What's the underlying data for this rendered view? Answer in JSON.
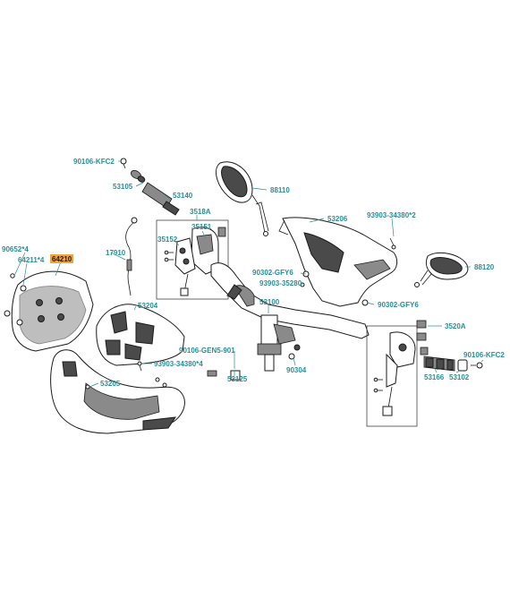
{
  "labels": {
    "l_90106_kfc2_top": "90106-KFC2",
    "l_53105": "53105",
    "l_53140": "53140",
    "l_88110": "88110",
    "l_3518A": "3518A",
    "l_35151": "35151",
    "l_35152": "35152",
    "l_17910": "17910",
    "l_53206": "53206",
    "l_93903_34380_2": "93903-34380*2",
    "l_88120": "88120",
    "l_90652_4": "90652*4",
    "l_64211_4": "64211*4",
    "l_64210": "64210",
    "l_90302_gfy6_a": "90302-GFY6",
    "l_93903_35280": "93903-35280",
    "l_53100": "53100",
    "l_90302_gfy6_b": "90302-GFY6",
    "l_53204": "53204",
    "l_3520A": "3520A",
    "l_90106_gen5_901": "90106-GEN5-901",
    "l_93903_34380_4": "93903-34380*4",
    "l_90106_kfc2_right": "90106-KFC2",
    "l_53125": "53125",
    "l_90304": "90304",
    "l_53166": "53166",
    "l_53102": "53102",
    "l_53205": "53205"
  },
  "colors": {
    "label": "#2a8f96",
    "highlight_bg": "#f2a33a",
    "line": "#1a1a1a"
  }
}
